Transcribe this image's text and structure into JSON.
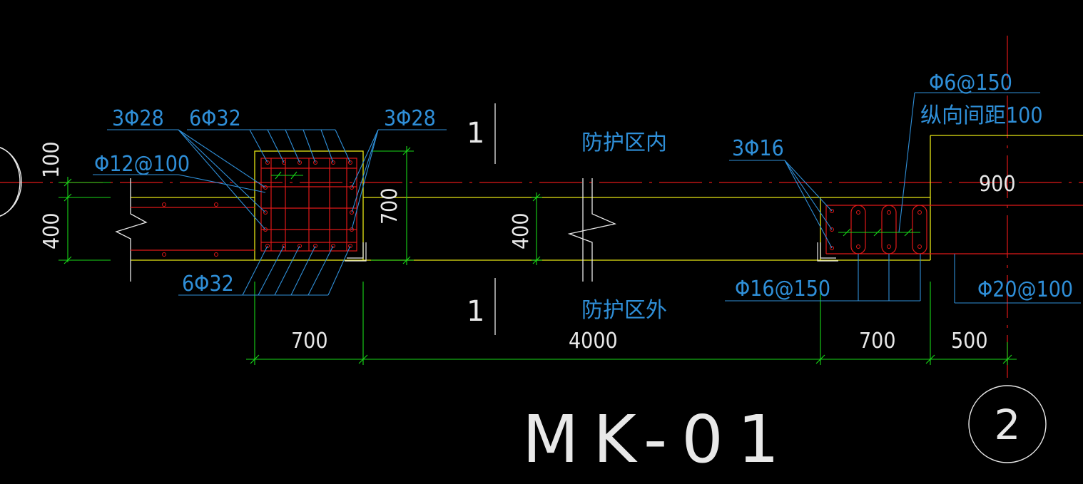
{
  "title": "MK-01",
  "axis_label": "2",
  "section_marks": [
    "1",
    "1"
  ],
  "zones": {
    "inside": "防护区内",
    "outside": "防护区外"
  },
  "rebar_labels": {
    "top_left": "3Φ28",
    "top_left_main": "6Φ32",
    "top_right": "3Φ28",
    "stirrup_left": "Φ12@100",
    "bottom_left": "6Φ32",
    "right_top": "3Φ16",
    "right_stirrup": "Φ6@150",
    "right_spacing": "纵向间距100",
    "right_bottom": "Φ16@150",
    "far_right": "Φ20@100"
  },
  "dimensions": {
    "left_top": "100",
    "left_wall": "400",
    "column_height": "700",
    "mid_wall": "400",
    "right_offset": "900",
    "bottom": [
      "700",
      "4000",
      "700",
      "500"
    ]
  },
  "colors": {
    "background": "#000000",
    "axis_line": "#e01818",
    "wall_outline": "#e6e614",
    "rebar": "#e01818",
    "dimension": "#18d818",
    "leader": "#2f8fd8",
    "text": "#e8e8e8"
  }
}
